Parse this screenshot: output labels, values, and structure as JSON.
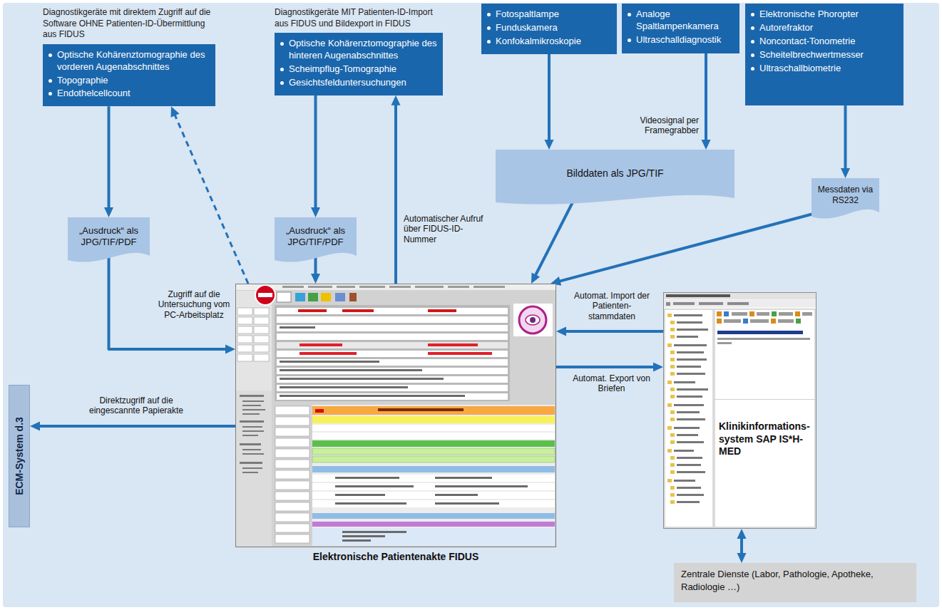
{
  "diagram": {
    "nodes": [
      {
        "text": [
          "Diagnostikgeräte mit direktem Zugriff auf die Software OHNE Patienten-ID-Übermittlung aus FIDUS",
          "Optische Kohärenztomographie des vorderen Augenabschnittes",
          "Topographie",
          "Endothelcellcount"
        ]
      },
      {
        "text": [
          "Diagnostikgeräte MIT Patienten-ID-Import aus FIDUS und Bildexport in FIDUS",
          "Optische Kohärenztomographie des hinteren Augenabschnittes",
          "Scheimpflug-Tomographie",
          "Gesichtsfelduntersuchungen"
        ]
      },
      {
        "text": [
          "Fotospaltlampe",
          "Funduskamera",
          "Konfokalmikroskopie"
        ]
      },
      {
        "text": [
          "Analoge Spaltlampenkamera",
          "Ultraschalldiagnostik"
        ]
      },
      {
        "text": [
          "Elektronische Phoropter",
          "Autorefraktor",
          "Noncontact-Tonometrie",
          "Scheitelbrechwertmesser",
          "Ultraschallbiometrie"
        ]
      },
      {
        "text": [
          "„Ausdruck“ als JPG/TIF/PDF"
        ]
      },
      {
        "text": [
          "„Ausdruck“ als JPG/TIF/PDF"
        ]
      },
      {
        "text": [
          "Bilddaten als JPG/TIF"
        ]
      },
      {
        "text": [
          "Messdaten via RS232"
        ]
      },
      {
        "text": [
          "Elektronische Patientenakte FIDUS"
        ]
      },
      {
        "text": [
          "Klinikinformations-system SAP IS*H-MED"
        ]
      },
      {
        "text": [
          "ECM-System d.3"
        ]
      },
      {
        "text": [
          "Zentrale Dienste (Labor, Pathologie, Apotheke, Radiologie …)"
        ]
      }
    ],
    "edges": [
      {
        "from": 0,
        "to": 5,
        "arrow": "to"
      },
      {
        "from": 5,
        "to": 9,
        "arrow": "to"
      },
      {
        "from": 9,
        "to": 0,
        "arrow": "to",
        "label": "Zugriff auf die Untersuchung vom PC-Arbeitsplatz"
      },
      {
        "from": 1,
        "to": 6,
        "arrow": "to"
      },
      {
        "from": 6,
        "to": 9,
        "arrow": "to"
      },
      {
        "from": 9,
        "to": 1,
        "arrow": "to",
        "label": "Automatischer Aufruf über FIDUS-ID-Nummer"
      },
      {
        "from": 2,
        "to": 7,
        "arrow": "to"
      },
      {
        "from": 3,
        "to": 7,
        "arrow": "to",
        "label": "Videosignal per Framegrabber"
      },
      {
        "from": 7,
        "to": 9,
        "arrow": "to"
      },
      {
        "from": 4,
        "to": 8,
        "arrow": "to"
      },
      {
        "from": 8,
        "to": 9,
        "arrow": "to"
      },
      {
        "from": 10,
        "to": 9,
        "arrow": "to",
        "label": "Automat. Import der Patienten-stammdaten"
      },
      {
        "from": 9,
        "to": 10,
        "arrow": "to",
        "label": "Automat. Export von Briefen"
      },
      {
        "from": 9,
        "to": 11,
        "arrow": "to",
        "label": "Direktzugriff auf die eingescannte Papierakte"
      },
      {
        "from": 10,
        "to": 12,
        "arrow": "both"
      }
    ]
  }
}
